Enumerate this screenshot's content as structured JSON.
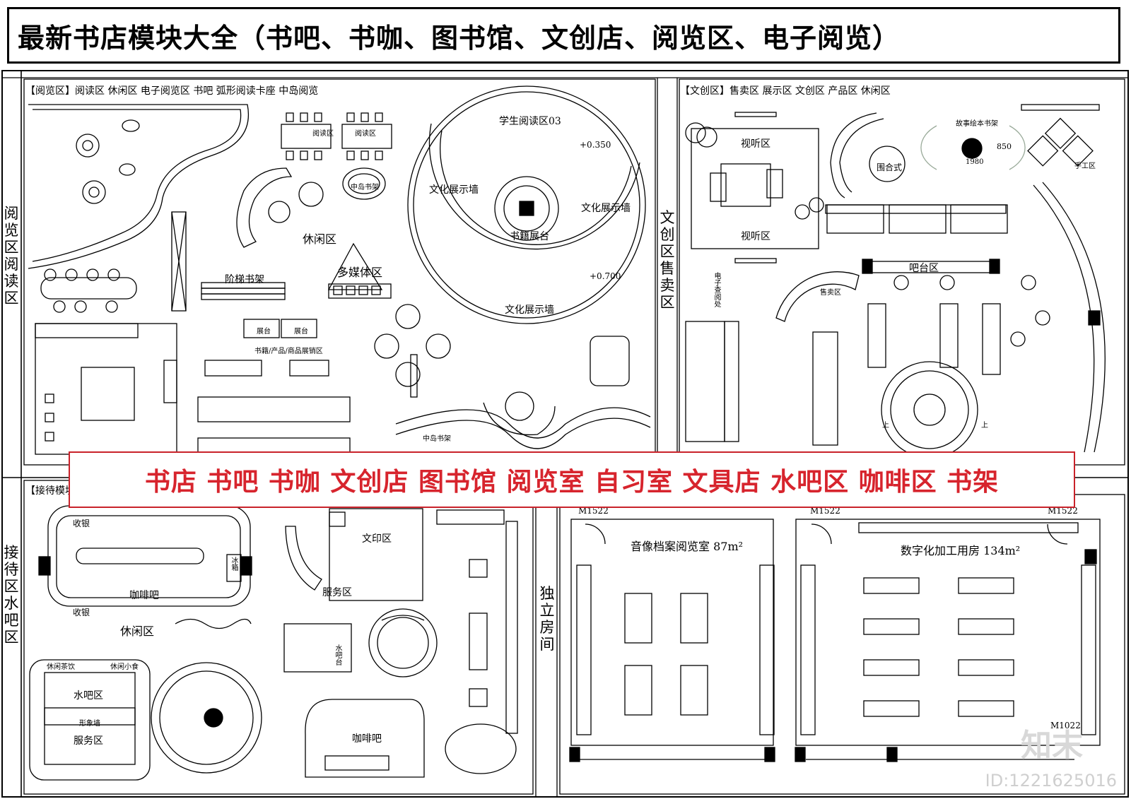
{
  "title": "最新书店模块大全（书吧、书咖、图书馆、文创店、阅览区、电子阅览）",
  "banner": "书店 书吧 书咖 文创店 图书馆 阅览室 自习室 文具店 水吧区 咖啡区 书架",
  "side_labels": {
    "reading": [
      "阅",
      "览",
      "区",
      " ",
      "阅",
      "读",
      "区"
    ],
    "creative": [
      "文",
      "创",
      "区",
      " ",
      "售",
      "卖",
      "区"
    ],
    "reception": [
      "接",
      "待",
      "区",
      " ",
      "水",
      "吧",
      "区"
    ],
    "room": [
      "独",
      "立",
      "房",
      "间"
    ]
  },
  "panels": {
    "reading_header": "【阅览区】阅读区 休闲区 电子阅览区 书吧 弧形阅读卡座 中岛阅览",
    "creative_header": "【文创区】售卖区 展示区 文创区 产品区 休闲区",
    "reception_header": "【接待模块"
  },
  "reading_labels": {
    "student_reading": "学生阅读区03",
    "culture_wall_left": "文化展示墙",
    "culture_wall_right": "文化展示墙",
    "culture_wall_bottom": "文化展示墙",
    "book_stand": "书籍展台",
    "leisure": "休闲区",
    "multimedia": "多媒体区",
    "stair_shelf": "阶梯书架",
    "level_a": "+0.350",
    "level_b": "+0.700",
    "reading_zone_1": "阅读区",
    "reading_zone_2": "阅读区",
    "island_book": "中岛书架",
    "product_area": "书籍/产品/商品展销区",
    "display_1": "展台",
    "display_2": "展台",
    "island_bottom": "中岛书架"
  },
  "creative_labels": {
    "av_top": "视听区",
    "av_bottom": "视听区",
    "round_table": "围合式",
    "story_shelf": "故事绘本书架",
    "dim_850": "850",
    "dim_1980": "1980",
    "bar": "吧台区",
    "sale": "售卖区",
    "ereader": "电子查阅处",
    "handcraft": "手工区",
    "up_left": "上",
    "up_right": "上"
  },
  "reception_labels": {
    "cashier_top": "收银",
    "cashier_bottom": "收银",
    "coffee_bar": "咖啡吧",
    "fridge": "冰箱",
    "leisure": "休闲区",
    "tea": "休闲茶饮",
    "snack": "休闲小食",
    "water_bar": "水吧区",
    "image_wall": "形象墙",
    "service": "服务区",
    "print": "文印区",
    "service2": "服务区",
    "water_bar2": "水吧台",
    "coffee_bar2": "咖啡吧"
  },
  "rooms": {
    "door_1": "M1522",
    "door_2": "M1522",
    "door_3": "M1522",
    "door_4": "M1022",
    "av_archive": "音像档案阅览室 87m²",
    "digital": "数字化加工用房 134m²"
  },
  "watermark": {
    "brand": "知末",
    "id": "ID:1221625016"
  }
}
